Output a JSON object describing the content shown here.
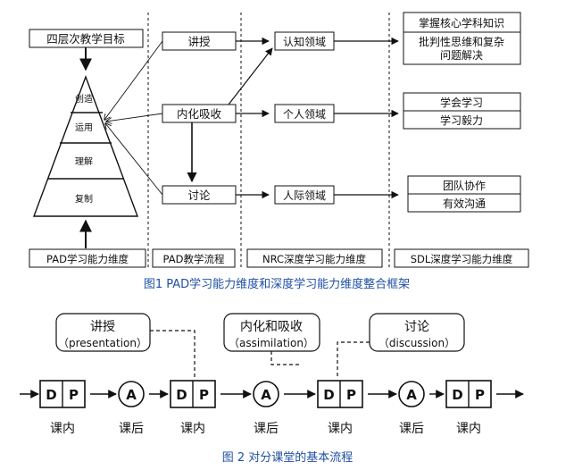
{
  "figure1": {
    "columns": [
      {
        "footer": "PAD学习能力维度"
      },
      {
        "footer": "PAD教学流程"
      },
      {
        "footer": "NRC深度学习能力维度"
      },
      {
        "footer": "SDL深度学习能力维度"
      }
    ],
    "goal_box": "四层次教学目标",
    "pyramid_levels": [
      "创造",
      "运用",
      "理解",
      "复制"
    ],
    "process_steps": [
      "讲授",
      "内化吸收",
      "讨论"
    ],
    "nrc_domains": [
      "认知领域",
      "个人领域",
      "人际领域"
    ],
    "sdl_groups": [
      [
        "掌握核心学科知识",
        "批判性思维和复杂",
        "问题解决"
      ],
      [
        "学会学习",
        "学习毅力"
      ],
      [
        "团队协作",
        "有效沟通"
      ]
    ],
    "caption": "图1  PAD学习能力维度和深度学习能力维度整合框架"
  },
  "figure2": {
    "phases": [
      {
        "title": "讲授",
        "subtitle": "（presentation）"
      },
      {
        "title": "内化和吸收",
        "subtitle": "（assimilation）"
      },
      {
        "title": "讨论",
        "subtitle": "（discussion）"
      }
    ],
    "box_letters": [
      "D",
      "P"
    ],
    "circle_letter": "A",
    "under_labels": [
      "课内",
      "课后",
      "课内",
      "课后",
      "课内",
      "课后",
      "课内"
    ],
    "caption": "图 2  对分课堂的基本流程"
  }
}
